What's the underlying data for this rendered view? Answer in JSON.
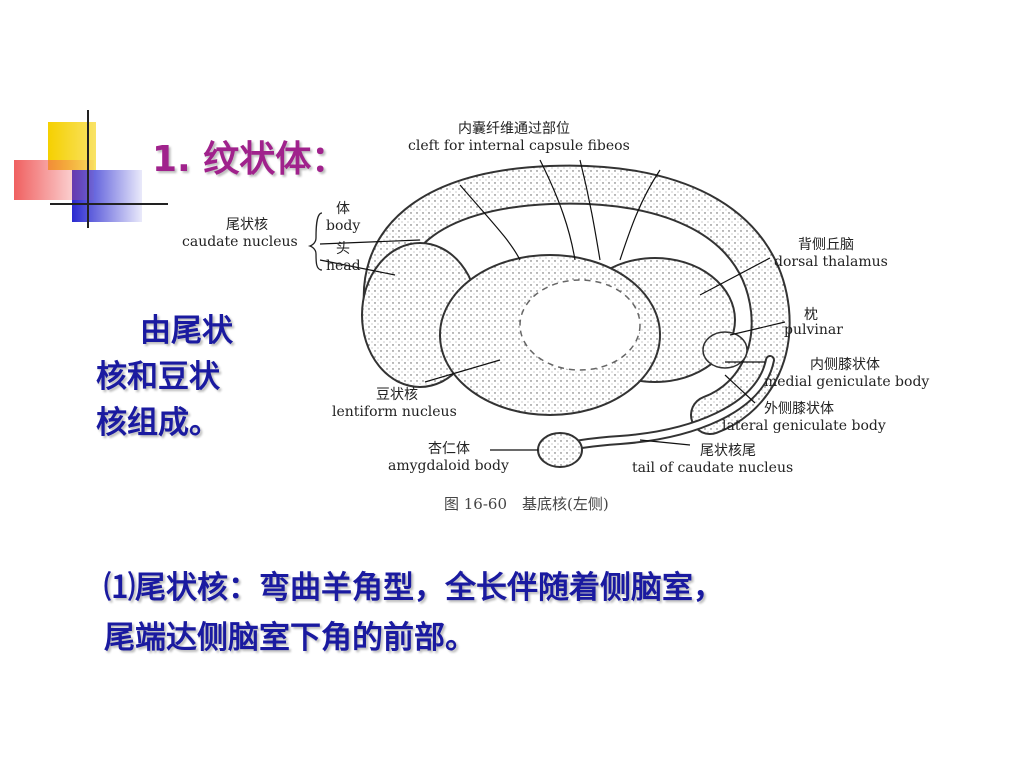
{
  "slide": {
    "title": "1. 纹状体：",
    "side_text": [
      "由尾状",
      "核和豆状",
      "核组成。"
    ],
    "bottom_text": [
      "⑴尾状核：弯曲羊角型，全长伴随着侧脑室，",
      "尾端达侧脑室下角的前部。"
    ]
  },
  "figure": {
    "labels": {
      "cleft_zh": "内囊纤维通过部位",
      "cleft_en": "cleft for internal capsule fibeos",
      "caudate_zh": "尾状核",
      "caudate_en": "caudate nucleus",
      "body_zh": "体",
      "body_en": "body",
      "head_zh": "头",
      "head_en": "head",
      "thalamus_zh": "背侧丘脑",
      "thalamus_en": "dorsal thalamus",
      "pulvinar_zh": "枕",
      "pulvinar_en": "pulvinar",
      "medial_zh": "内侧膝状体",
      "medial_en": "medial geniculate body",
      "lateral_zh": "外侧膝状体",
      "lateral_en": "lateral geniculate body",
      "tail_zh": "尾状核尾",
      "tail_en": "tail of caudate nucleus",
      "lentiform_zh": "豆状核",
      "lentiform_en": "lentiform nucleus",
      "amygdaloid_zh": "杏仁体",
      "amygdaloid_en": "amygdaloid body"
    },
    "caption": "图 16-60　基底核(左侧)"
  },
  "colors": {
    "title": "#a0228c",
    "text": "#1a1aa0",
    "deco_yellow": "#f5d000",
    "deco_blue": "#2a2ad0",
    "deco_red": "#f07070"
  }
}
